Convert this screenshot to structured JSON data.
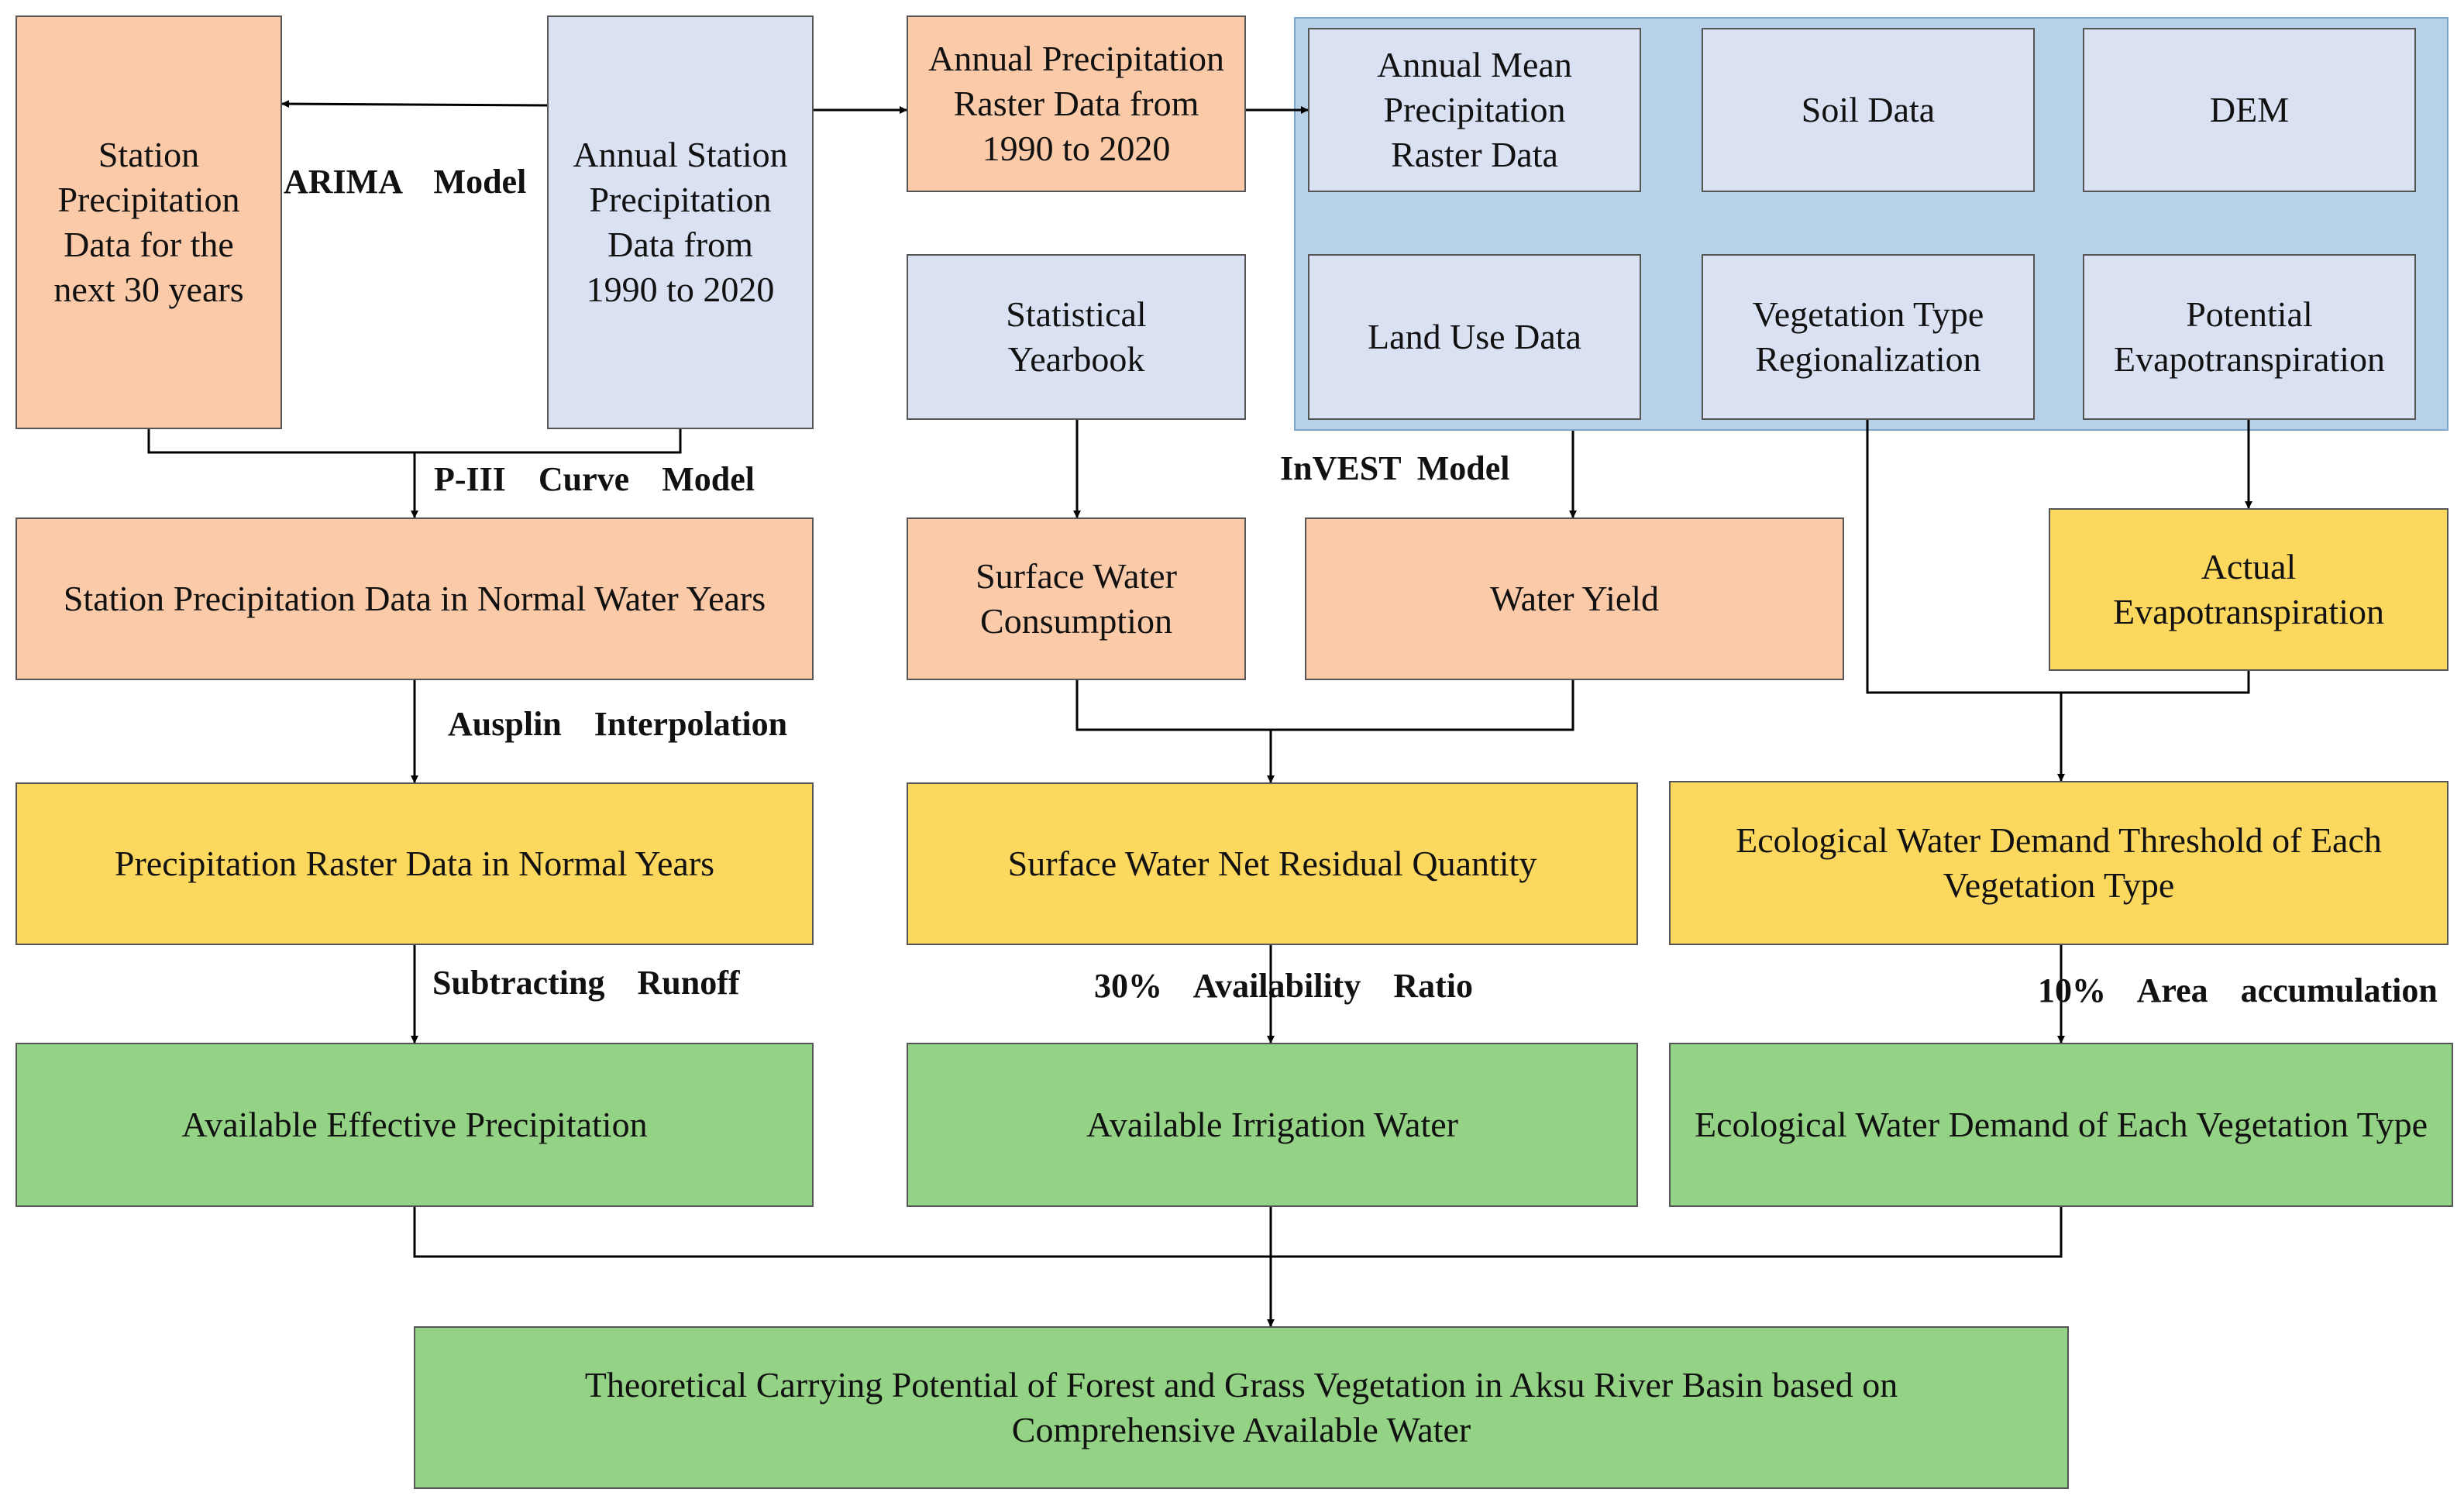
{
  "nodes": {
    "station_precip_30y": "Station Precipitation Data for the next 30 years",
    "annual_station_precip": "Annual Station Precipitation Data from 1990 to 2020",
    "annual_precip_raster": "Annual Precipitation Raster Data from 1990 to 2020",
    "annual_mean_precip_raster": "Annual Mean Precipitation Raster Data",
    "soil_data": "Soil Data",
    "dem": "DEM",
    "land_use_data": "Land Use Data",
    "vegetation_type_regionalization": "Vegetation Type Regionalization",
    "potential_evapotranspiration": "Potential Evapotranspiration",
    "statistical_yearbook": "Statistical Yearbook",
    "station_precip_normal": "Station Precipitation Data in Normal Water Years",
    "surface_water_consumption": "Surface Water Consumption",
    "water_yield": "Water Yield",
    "actual_evapotranspiration": "Actual Evapotranspiration",
    "precip_raster_normal": "Precipitation Raster Data in Normal Years",
    "surface_water_net_residual": "Surface Water Net Residual Quantity",
    "eco_water_threshold": "Ecological Water Demand Threshold of Each Vegetation Type",
    "available_effective_precip": "Available Effective Precipitation",
    "available_irrigation_water": "Available Irrigation Water",
    "eco_water_demand": "Ecological Water Demand of Each Vegetation Type",
    "theoretical_carrying_potential": "Theoretical Carrying Potential of Forest and Grass Vegetation in Aksu River Basin based on Comprehensive Available Water"
  },
  "edge_labels": {
    "arima": "ARIMA  Model",
    "p3_curve": "P-III  Curve  Model",
    "invest": "InVEST Model",
    "ausplin": "Ausplin  Interpolation",
    "subtracting_runoff": "Subtracting  Runoff",
    "availability_ratio": "30%  Availability  Ratio",
    "area_accumulation": "10%  Area  accumulation"
  },
  "colors": {
    "input_salmon": "#fbcaa9",
    "input_light_blue": "#d9e1f3",
    "intermediate_yellow": "#fdd85e",
    "result_green": "#94d385",
    "panel_blue": "#b6d1e8",
    "line": "#000000"
  }
}
